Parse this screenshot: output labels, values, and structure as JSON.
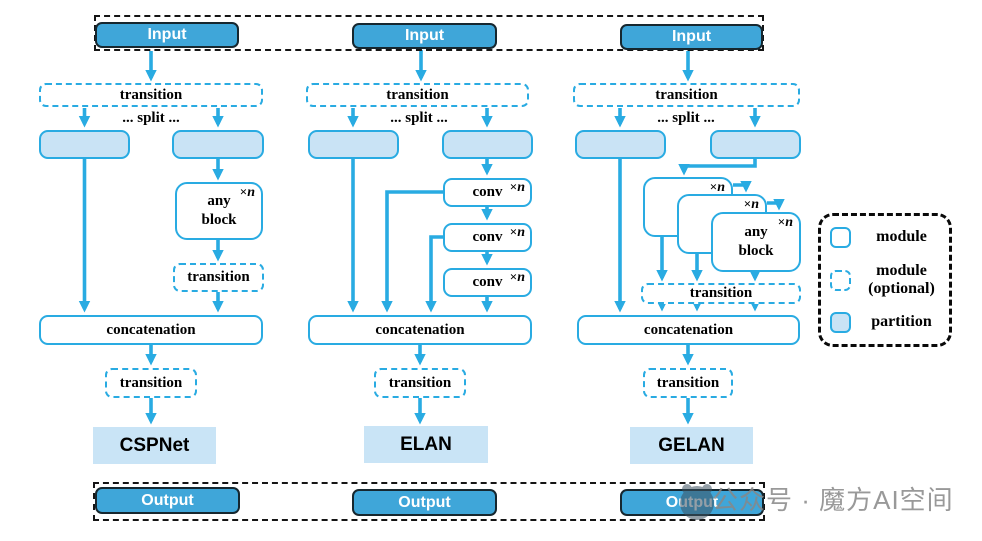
{
  "labels": {
    "input": "Input",
    "output": "Output",
    "transition": "transition",
    "split": "... split ...",
    "conv": "conv",
    "any": "any",
    "block": "block",
    "concatenation": "concatenation",
    "times": "×",
    "n": "n"
  },
  "architectures": {
    "cspnet": "CSPNet",
    "elan": "ELAN",
    "gelan": "GELAN"
  },
  "legend": {
    "module": "module",
    "module_optional_line1": "module",
    "module_optional_line2": "(optional)",
    "partition": "partition"
  },
  "watermark": {
    "text": "公众号 · 魔方AI空间"
  },
  "colors": {
    "accent": "#29abe2",
    "partition_fill": "#c9e3f5",
    "button_fill": "#3fa6d9",
    "button_border": "#16272f",
    "label_fill": "#c9e4f6",
    "frame_border": "#151515",
    "watermark_gray": "#878787"
  }
}
